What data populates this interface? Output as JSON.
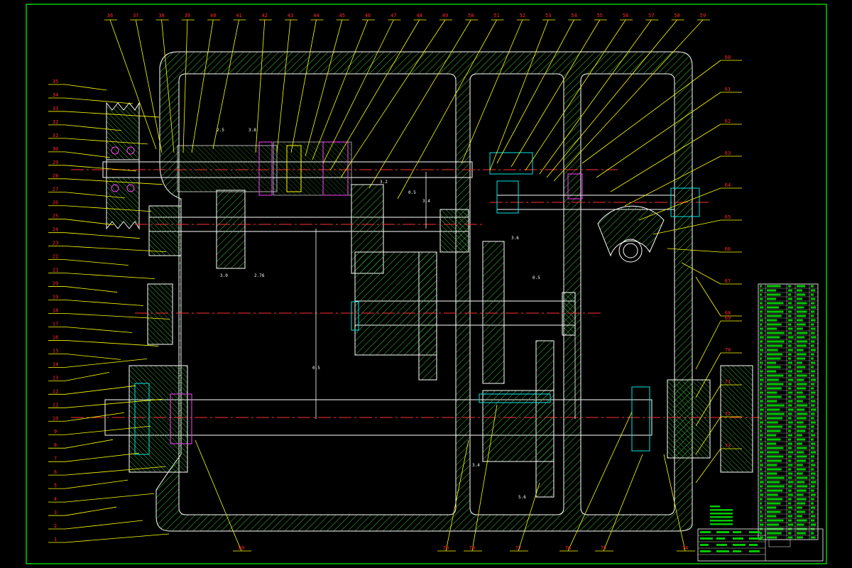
{
  "drawing": {
    "colors": {
      "frame": "#00ff00",
      "outline": "#ffffff",
      "hatch": "#3cb83c",
      "leader": "#ffff00",
      "label": "#ff2a2a",
      "center": "#ff3030",
      "part_cyan": "#00e6e6",
      "part_magenta": "#ff40ff",
      "table_fill": "#00c800"
    },
    "top_labels": [
      "36",
      "37",
      "38",
      "39",
      "40",
      "41",
      "42",
      "43",
      "44",
      "45",
      "46",
      "47",
      "48",
      "49",
      "50",
      "51",
      "52",
      "53",
      "54",
      "55",
      "56",
      "57",
      "58",
      "59"
    ],
    "left_labels": [
      "35",
      "34",
      "33",
      "32",
      "31",
      "30",
      "29",
      "28",
      "27",
      "26",
      "25",
      "24",
      "23",
      "22",
      "21",
      "20",
      "19",
      "18",
      "17",
      "16",
      "15",
      "14",
      "13",
      "12",
      "11",
      "10",
      "9",
      "8",
      "7",
      "6",
      "5",
      "4",
      "3",
      "2",
      "1"
    ],
    "right_labels": [
      "60",
      "61",
      "62",
      "63",
      "64",
      "65",
      "66",
      "67",
      "68",
      "69",
      "70",
      "71",
      "72",
      "73"
    ],
    "bottom_labels": [
      "80",
      "79",
      "78",
      "77",
      "76",
      "75",
      "74"
    ],
    "dimension_texts": [
      "2.5",
      "3.8",
      "3.2",
      "0.5",
      "3.0",
      "2.76",
      "3.6",
      "0.5",
      "3.4",
      "5.6",
      "0.5",
      "3.4"
    ]
  }
}
